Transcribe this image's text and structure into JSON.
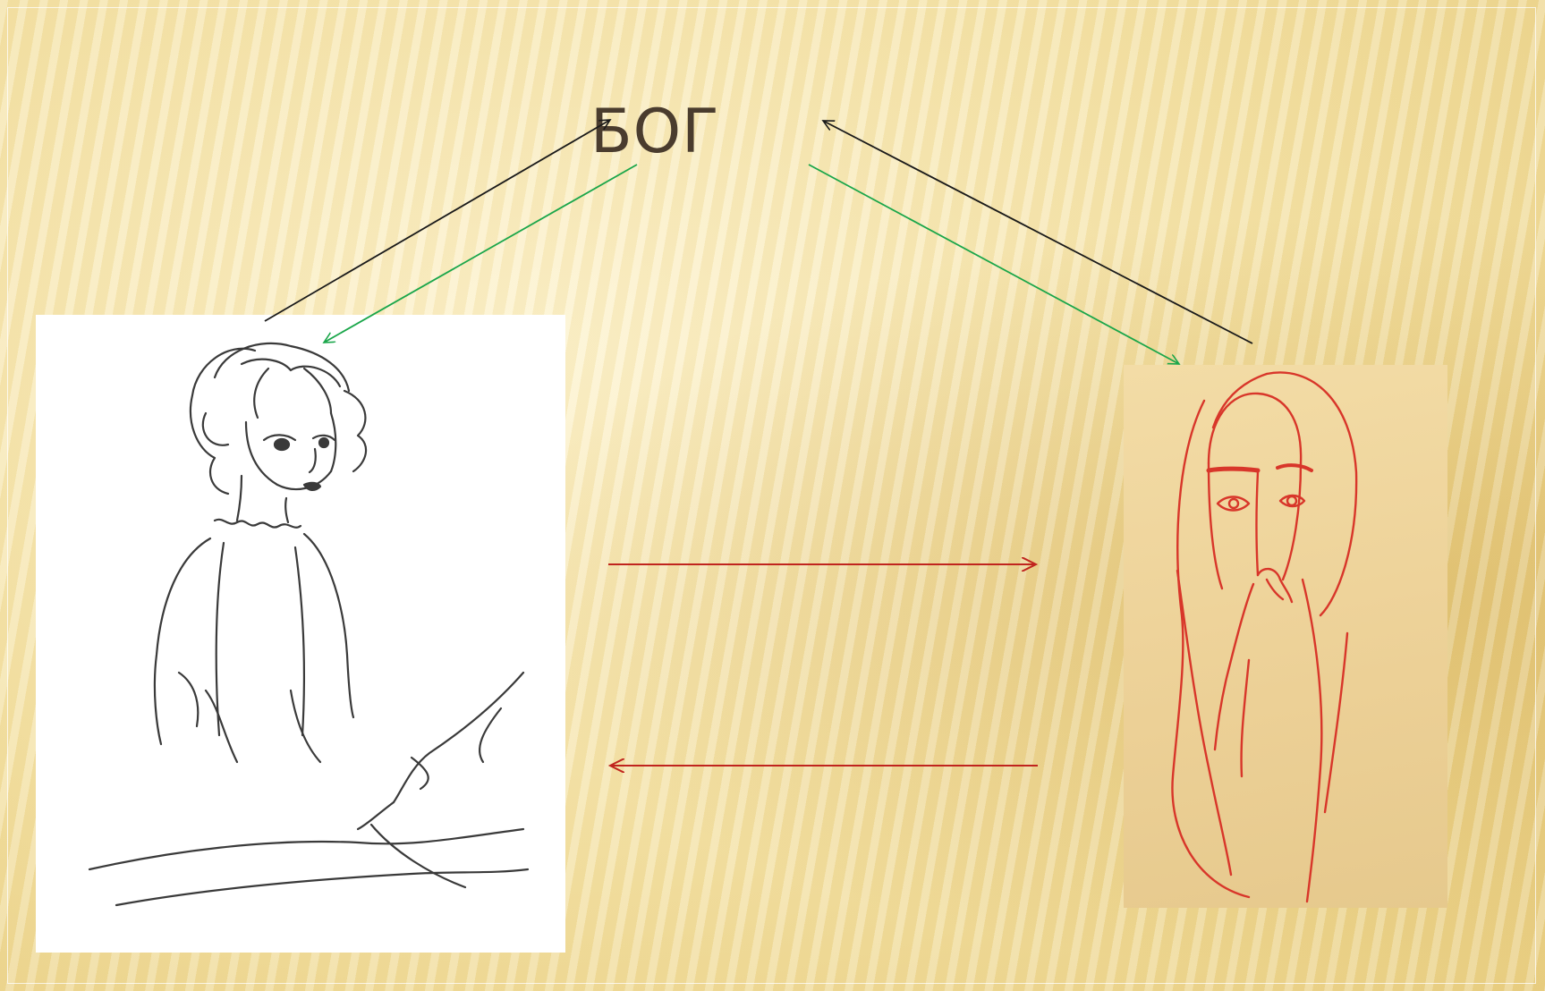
{
  "slide": {
    "title": "БОГ",
    "colors": {
      "background": "#f4e2a6",
      "title_text": "#4a3c2e",
      "arrow_black": "#1a1a1a",
      "arrow_green": "#1aa64a",
      "arrow_red": "#c0241e",
      "sketch_gray": "#3a3a3a",
      "sketch_red": "#d8362a"
    },
    "images": {
      "left": "sketch-young-woman",
      "right": "sketch-veiled-woman"
    }
  }
}
